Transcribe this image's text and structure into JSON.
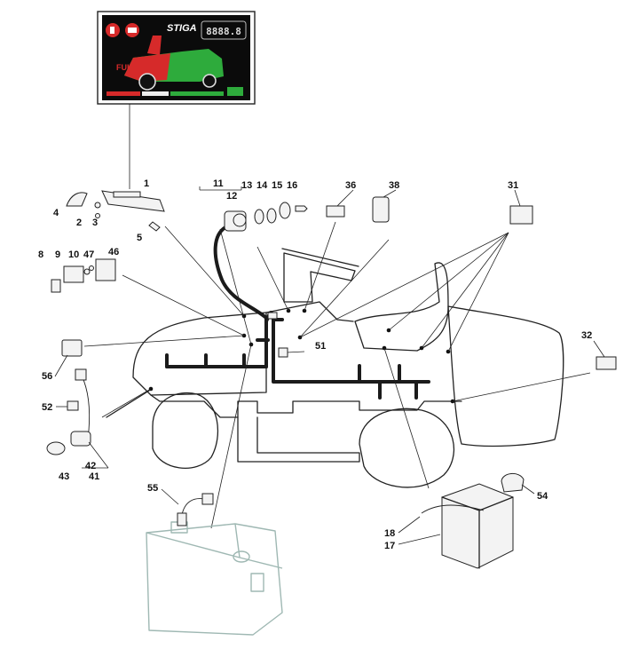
{
  "display": {
    "brand": "STIGA",
    "counter": "8888.8",
    "fuel_label": "FULL",
    "colors": {
      "panel": "#0b0b0b",
      "red": "#d62a2a",
      "green": "#2eab3c",
      "display_text": "#dcdcdc"
    }
  },
  "callouts": [
    {
      "id": "p1",
      "label": "1"
    },
    {
      "id": "p2",
      "label": "2"
    },
    {
      "id": "p3",
      "label": "3"
    },
    {
      "id": "p4",
      "label": "4"
    },
    {
      "id": "p5",
      "label": "5"
    },
    {
      "id": "p8",
      "label": "8"
    },
    {
      "id": "p9",
      "label": "9"
    },
    {
      "id": "p10",
      "label": "10"
    },
    {
      "id": "p47",
      "label": "47"
    },
    {
      "id": "p46",
      "label": "46"
    },
    {
      "id": "p11",
      "label": "11"
    },
    {
      "id": "p12",
      "label": "12"
    },
    {
      "id": "p13",
      "label": "13"
    },
    {
      "id": "p14",
      "label": "14"
    },
    {
      "id": "p15",
      "label": "15"
    },
    {
      "id": "p16",
      "label": "16"
    },
    {
      "id": "p36",
      "label": "36"
    },
    {
      "id": "p38",
      "label": "38"
    },
    {
      "id": "p31",
      "label": "31"
    },
    {
      "id": "p32",
      "label": "32"
    },
    {
      "id": "p51",
      "label": "51"
    },
    {
      "id": "p56",
      "label": "56"
    },
    {
      "id": "p52",
      "label": "52"
    },
    {
      "id": "p43",
      "label": "43"
    },
    {
      "id": "p42",
      "label": "42"
    },
    {
      "id": "p41",
      "label": "41"
    },
    {
      "id": "p55",
      "label": "55"
    },
    {
      "id": "p18",
      "label": "18"
    },
    {
      "id": "p17",
      "label": "17"
    },
    {
      "id": "p54",
      "label": "54"
    }
  ]
}
